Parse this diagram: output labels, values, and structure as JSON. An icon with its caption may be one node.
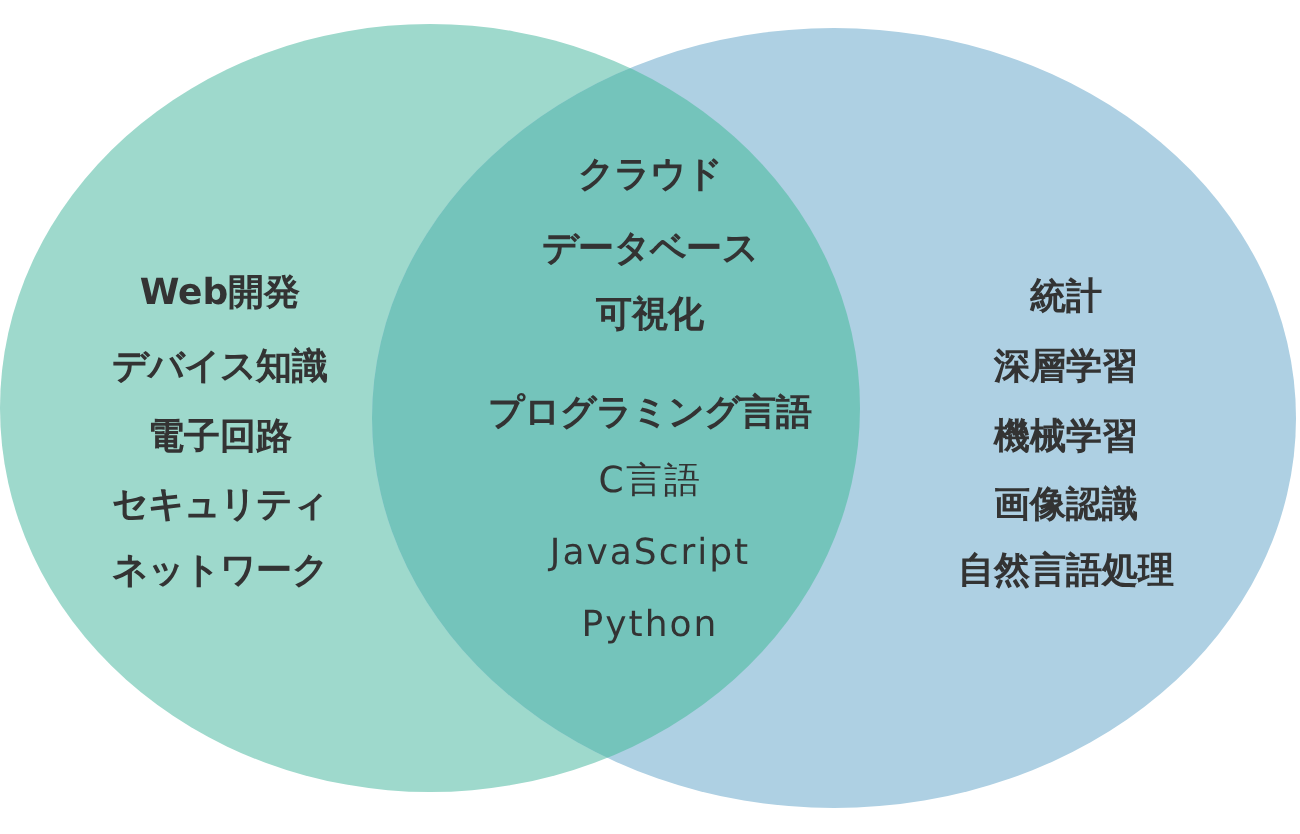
{
  "diagram": {
    "nodes": [
      {
        "text": [
          "Web開発",
          "デバイス知識",
          "電子回路",
          "セキュリティ",
          "ネットワーク"
        ]
      },
      {
        "text": [
          "統計",
          "深層学習",
          "機械学習",
          "画像認識",
          "自然言語処理"
        ]
      }
    ],
    "labels": [
      "クラウド",
      "データベース",
      "可視化",
      "プログラミング言語",
      "C言語",
      "JavaScript",
      "Python"
    ]
  }
}
